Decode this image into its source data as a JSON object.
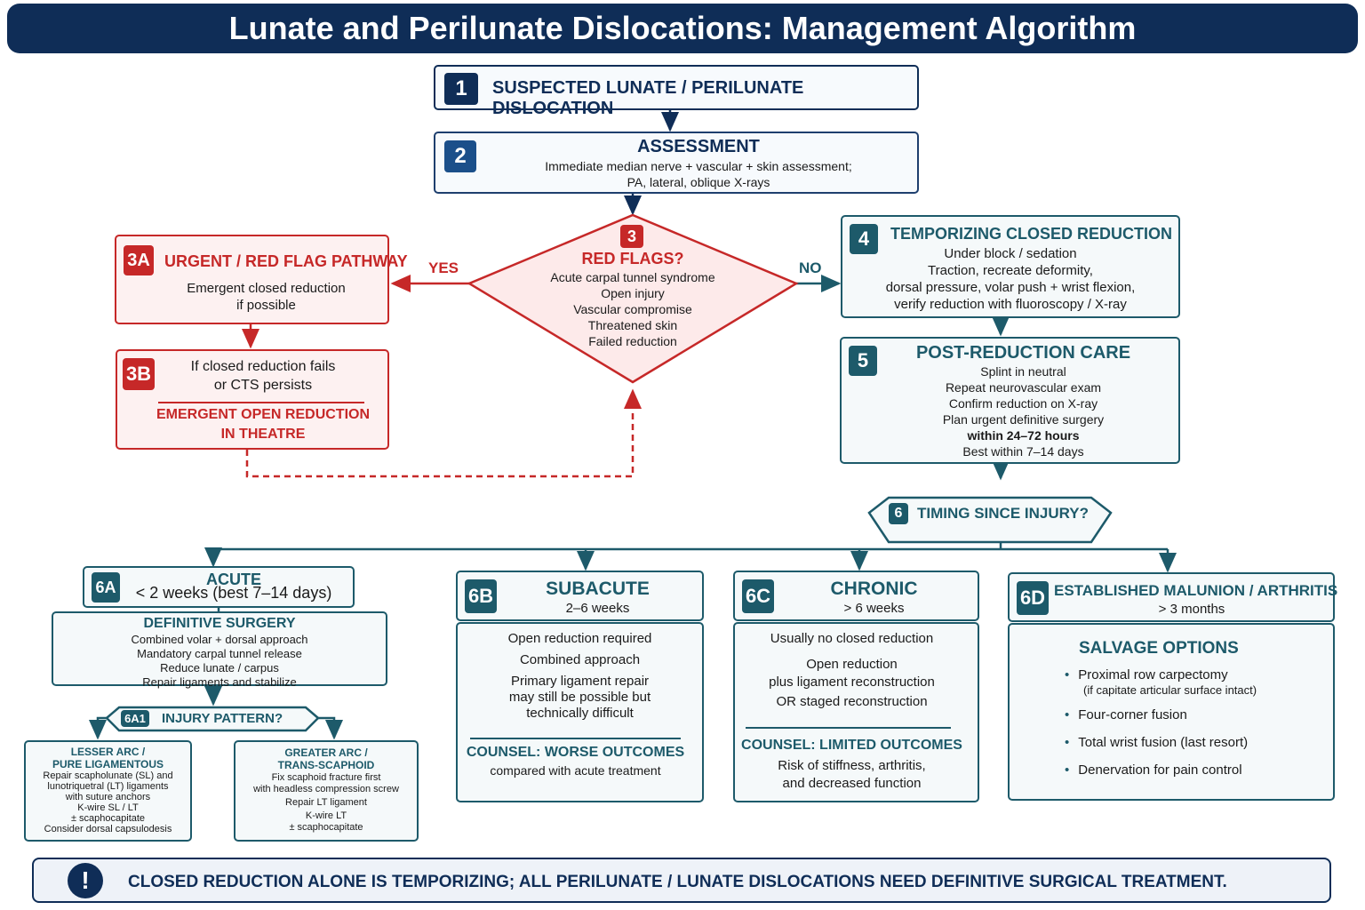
{
  "title": "Lunate and Perilunate Dislocations: Management Algorithm",
  "step1": {
    "badge": "1",
    "label": "SUSPECTED LUNATE / PERILUNATE DISLOCATION"
  },
  "step2": {
    "badge": "2",
    "heading": "ASSESSMENT",
    "lines": [
      "Immediate median nerve + vascular + skin assessment;",
      "PA, lateral, oblique X-rays"
    ]
  },
  "step3": {
    "badge": "3",
    "heading": "RED FLAGS?",
    "lines": [
      "Acute carpal tunnel syndrome",
      "Open injury",
      "Vascular compromise",
      "Threatened skin",
      "Failed reduction"
    ],
    "yes_label": "YES",
    "no_label": "NO"
  },
  "step3a": {
    "badge": "3A",
    "heading": "URGENT / RED FLAG PATHWAY",
    "lines": [
      "Emergent closed reduction",
      "if possible"
    ]
  },
  "step3b": {
    "badge": "3B",
    "lines": [
      "If closed reduction fails",
      "or CTS persists"
    ],
    "action": [
      "EMERGENT OPEN REDUCTION",
      "IN THEATRE"
    ]
  },
  "step4": {
    "badge": "4",
    "heading": "TEMPORIZING CLOSED REDUCTION",
    "lines": [
      "Under block / sedation",
      "Traction, recreate deformity,",
      "dorsal pressure, volar push + wrist flexion,",
      "verify reduction with fluoroscopy / X-ray"
    ]
  },
  "step5": {
    "badge": "5",
    "heading": "POST-REDUCTION CARE",
    "lines": [
      "Splint in neutral",
      "Repeat neurovascular exam",
      "Confirm reduction on X-ray",
      "Plan urgent definitive surgery"
    ],
    "bold_line": "within 24–72 hours",
    "last_line": "Best within 7–14 days"
  },
  "step6": {
    "badge": "6",
    "label": "TIMING SINCE INJURY?"
  },
  "step6a": {
    "badge": "6A",
    "heading": "ACUTE",
    "sub": "< 2 weeks (best 7–14 days)",
    "surgery_heading": "DEFINITIVE SURGERY",
    "surgery_lines": [
      "Combined volar + dorsal approach",
      "Mandatory carpal tunnel release",
      "Reduce lunate / carpus",
      "Repair ligaments and stabilize"
    ]
  },
  "step6a1": {
    "badge": "6A1",
    "label": "INJURY PATTERN?"
  },
  "lesser_arc": {
    "heading": [
      "LESSER ARC /",
      "PURE LIGAMENTOUS"
    ],
    "lines": [
      "Repair scapholunate (SL) and",
      "lunotriquetral (LT) ligaments",
      "with suture anchors",
      "K-wire SL / LT",
      "± scaphocapitate",
      "Consider dorsal capsulodesis"
    ]
  },
  "greater_arc": {
    "heading": [
      "GREATER ARC /",
      "TRANS-SCAPHOID"
    ],
    "lines": [
      "Fix scaphoid fracture first",
      "with headless compression screw",
      "Repair LT ligament",
      "K-wire LT",
      "± scaphocapitate"
    ]
  },
  "step6b": {
    "badge": "6B",
    "heading": "SUBACUTE",
    "sub": "2–6 weeks",
    "lines": [
      "Open reduction required",
      "Combined approach",
      "Primary ligament repair",
      "may still be possible but",
      "technically difficult"
    ],
    "counsel": "COUNSEL: WORSE OUTCOMES",
    "counsel_sub": "compared with acute treatment"
  },
  "step6c": {
    "badge": "6C",
    "heading": "CHRONIC",
    "sub": "> 6 weeks",
    "lines": [
      "Usually no closed reduction",
      "Open reduction",
      "plus ligament reconstruction",
      "OR staged reconstruction"
    ],
    "counsel": "COUNSEL: LIMITED OUTCOMES",
    "counsel_lines": [
      "Risk of stiffness, arthritis,",
      "and decreased function"
    ]
  },
  "step6d": {
    "badge": "6D",
    "heading": "ESTABLISHED MALUNION / ARTHRITIS",
    "sub": "> 3 months",
    "salvage_heading": "SALVAGE OPTIONS",
    "options": [
      "Proximal row carpectomy",
      "Four-corner fusion",
      "Total wrist fusion (last resort)",
      "Denervation for pain control"
    ],
    "option1_note": "(if capitate articular surface intact)"
  },
  "footer": {
    "icon": "!",
    "text": "CLOSED REDUCTION ALONE IS TEMPORIZING; ALL PERILUNATE / LUNATE DISLOCATIONS NEED DEFINITIVE SURGICAL TREATMENT."
  },
  "colors": {
    "navy": "#0f2d57",
    "blue": "#1b4f8a",
    "red": "#c62828",
    "teal": "#1d5a6a"
  }
}
